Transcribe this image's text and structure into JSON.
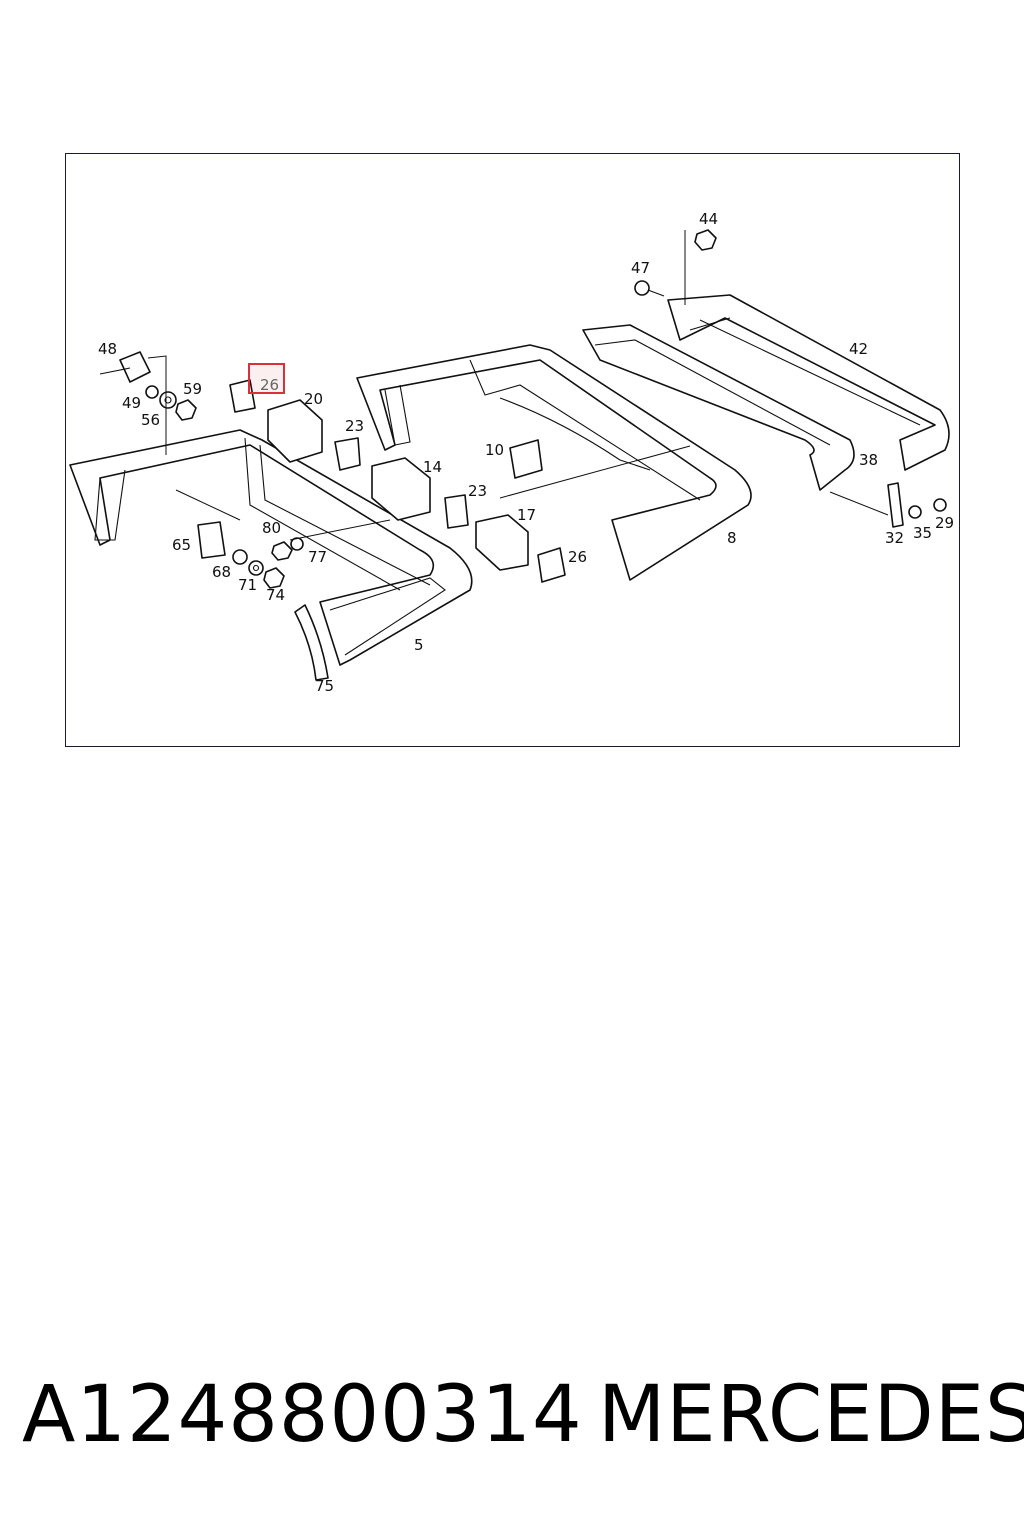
{
  "diagram": {
    "callouts": [
      {
        "id": "48",
        "text": "48"
      },
      {
        "id": "49",
        "text": "49"
      },
      {
        "id": "56",
        "text": "56"
      },
      {
        "id": "59",
        "text": "59"
      },
      {
        "id": "26a",
        "text": "26"
      },
      {
        "id": "20",
        "text": "20"
      },
      {
        "id": "23a",
        "text": "23"
      },
      {
        "id": "14",
        "text": "14"
      },
      {
        "id": "10",
        "text": "10"
      },
      {
        "id": "23b",
        "text": "23"
      },
      {
        "id": "17",
        "text": "17"
      },
      {
        "id": "26b",
        "text": "26"
      },
      {
        "id": "65",
        "text": "65"
      },
      {
        "id": "80",
        "text": "80"
      },
      {
        "id": "77",
        "text": "77"
      },
      {
        "id": "68",
        "text": "68"
      },
      {
        "id": "71",
        "text": "71"
      },
      {
        "id": "74",
        "text": "74"
      },
      {
        "id": "5",
        "text": "5"
      },
      {
        "id": "75",
        "text": "75"
      },
      {
        "id": "8",
        "text": "8"
      },
      {
        "id": "44",
        "text": "44"
      },
      {
        "id": "47",
        "text": "47"
      },
      {
        "id": "42",
        "text": "42"
      },
      {
        "id": "38",
        "text": "38"
      },
      {
        "id": "32",
        "text": "32"
      },
      {
        "id": "35",
        "text": "35"
      },
      {
        "id": "29",
        "text": "29"
      }
    ],
    "highlight": {
      "callout": "26",
      "color": "#d9303a"
    }
  },
  "caption": {
    "part_number": "A1248800314",
    "brand": "MERCEDES"
  }
}
